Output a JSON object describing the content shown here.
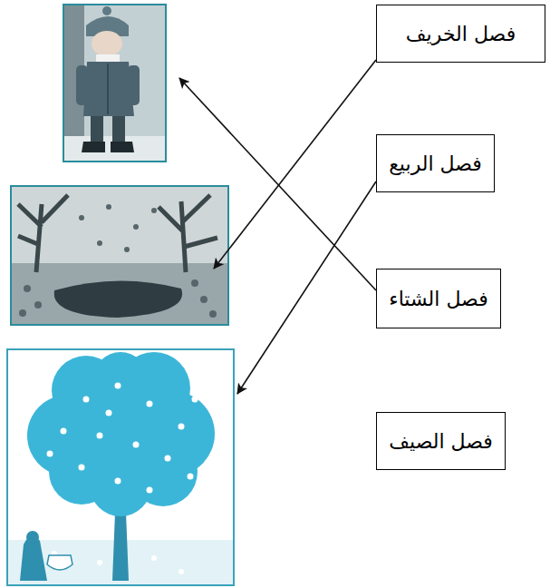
{
  "diagram": {
    "nodes": [
      {
        "text": [
          "فصل الخريف"
        ]
      },
      {
        "text": [
          "فصل الربيع"
        ]
      },
      {
        "text": [
          "فصل الشتاء"
        ]
      },
      {
        "text": [
          "فصل الصيف"
        ]
      }
    ]
  }
}
